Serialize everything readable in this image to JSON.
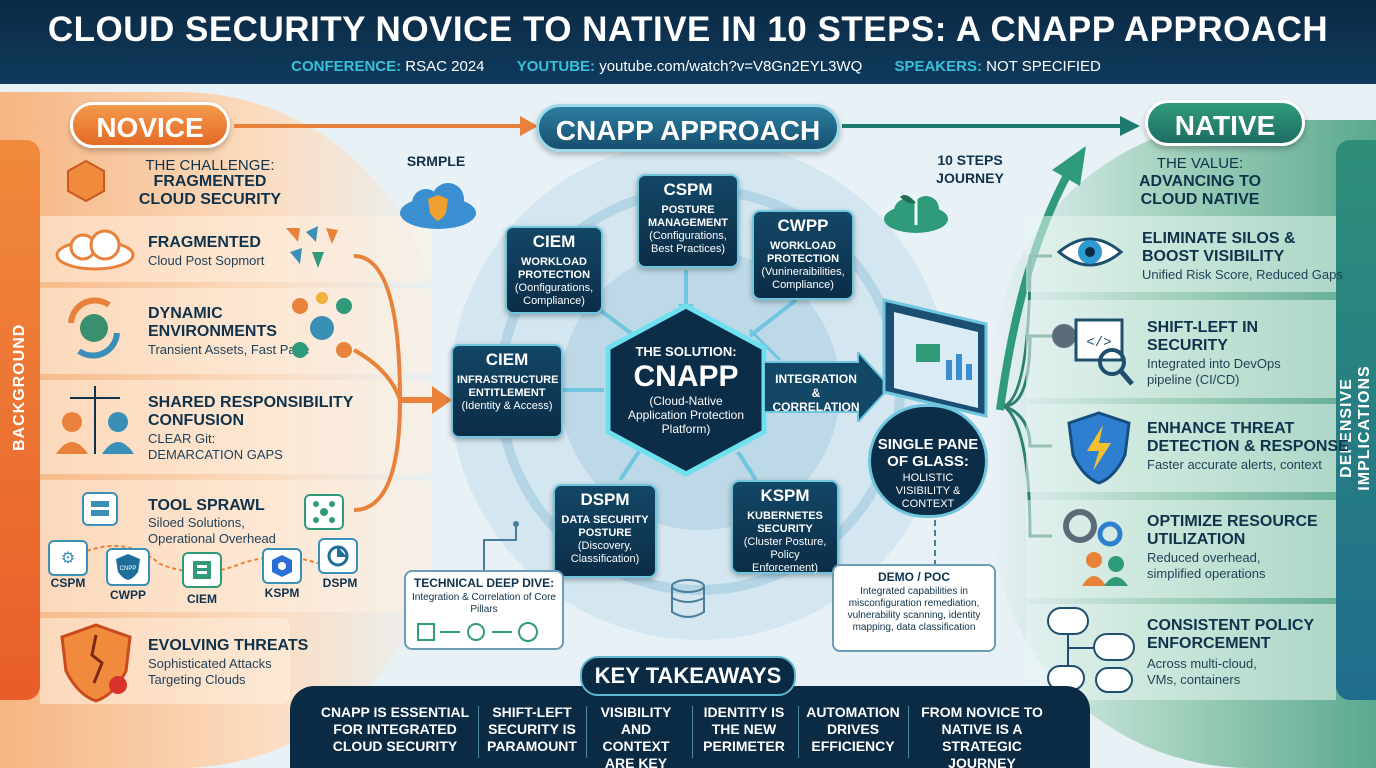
{
  "header": {
    "title": "CLOUD SECURITY NOVICE TO NATIVE IN 10 STEPS: A CNAPP APPROACH",
    "conference_label": "CONFERENCE:",
    "conference_value": "RSAC 2024",
    "youtube_label": "YOUTUBE:",
    "youtube_value": "youtube.com/watch?v=V8Gn2EYL3WQ",
    "speakers_label": "SPEAKERS:",
    "speakers_value": "NOT SPECIFIED"
  },
  "stages": {
    "novice": "NOVICE",
    "cnapp": "CNAPP APPROACH",
    "native": "NATIVE"
  },
  "side_labels": {
    "left": "BACKGROUND",
    "right": "DEFENSIVE IMPLICATIONS"
  },
  "left": {
    "challenge_line1": "THE CHALLENGE:",
    "challenge_line2": "FRAGMENTED",
    "challenge_line3": "CLOUD SECURITY",
    "items": [
      {
        "title": "FRAGMENTED",
        "sub": "Cloud Post Sopmort"
      },
      {
        "title": "DYNAMIC",
        "title2": "ENVIRONMENTS",
        "sub": "Transient Assets, Fast Pace"
      },
      {
        "title": "SHARED RESPONSIBILITY",
        "title2": "CONFUSION",
        "sub": "CLEAR Git:",
        "sub2": "DEMARCATION GAPS"
      },
      {
        "title": "TOOL SPRAWL",
        "sub": "Siloed Solutions,",
        "sub2": "Operational Overhead"
      },
      {
        "title": "EVOLVING THREATS",
        "sub": "Sophisticated Attacks",
        "sub2": "Targeting Clouds"
      }
    ],
    "tools": [
      "CSPM",
      "CWPP",
      "CIEM",
      "KSPM",
      "DSPM"
    ],
    "tool_cnpp": "CNPP"
  },
  "center": {
    "srmple": "SRMPLE",
    "steps_line1": "10 STEPS",
    "steps_line2": "JOURNEY",
    "cspm": {
      "h": "CSPM",
      "s": "POSTURE MANAGEMENT",
      "d": "(Configurations, Best Practices)"
    },
    "ciem_top": {
      "h": "CIEM",
      "s": "WORKLOAD PROTECTION",
      "d": "(Oonfigurations, Compliance)"
    },
    "cwpp": {
      "h": "CWPP",
      "s": "WORKLOAD PROTECTION",
      "d": "(Vunineraibilities, Compliance)"
    },
    "ciem": {
      "h": "CIEM",
      "s": "INFRASTRUCTURE ENTITLEMENT",
      "d": "(Identity & Access)"
    },
    "dspm": {
      "h": "DSPM",
      "s": "DATA SECURITY POSTURE",
      "d": "(Discovery, Classification)"
    },
    "kspm": {
      "h": "KSPM",
      "s": "KUBERNETES SECURITY",
      "d": "(Cluster Posture, Policy Enforcement)"
    },
    "solution_line1": "THE SOLUTION:",
    "solution_big": "CNAPP",
    "solution_desc": "(Cloud-Native Application Protection Platform)",
    "integration": "INTEGRATION & CORRELATION",
    "pane_title": "SINGLE PANE OF GLASS:",
    "pane_sub": "HOLISTIC VISIBILITY & CONTEXT",
    "deep_dive_title": "TECHNICAL DEEP DIVE:",
    "deep_dive_sub": "Integration & Correlation of Core Pillars",
    "demo_title": "DEMO / POC",
    "demo_sub": "Integrated capabilities in misconfiguration remediation, vulnerability scanning, identity mapping, data classification"
  },
  "right": {
    "value_line1": "THE VALUE:",
    "value_line2": "ADVANCING TO",
    "value_line3": "CLOUD NATIVE",
    "items": [
      {
        "title": "ELIMINATE SILOS &",
        "title2": "BOOST VISIBILITY",
        "sub": "Unified Risk Score, Reduced Gaps"
      },
      {
        "title": "SHIFT-LEFT IN",
        "title2": "SECURITY",
        "sub": "Integrated into DevOps",
        "sub2": "pipeline (CI/CD)"
      },
      {
        "title": "ENHANCE THREAT",
        "title2": "DETECTION & RESPONSE",
        "sub": "Faster accurate alerts, context"
      },
      {
        "title": "OPTIMIZE RESOURCE",
        "title2": "UTILIZATION",
        "sub": "Reduced overhead,",
        "sub2": "simplified operations"
      },
      {
        "title": "CONSISTENT POLICY",
        "title2": "ENFORCEMENT",
        "sub": "Across multi-cloud,",
        "sub2": "VMs, containers"
      }
    ]
  },
  "key_takeaways": {
    "title": "KEY TAKEAWAYS",
    "items": [
      [
        "CNAPP IS ESSENTIAL",
        "FOR INTEGRATED",
        "CLOUD SECURITY"
      ],
      [
        "SHIFT-LEFT",
        "SECURITY IS",
        "PARAMOUNT"
      ],
      [
        "VISIBILITY",
        "AND CONTEXT",
        "ARE KEY"
      ],
      [
        "IDENTITY IS",
        "THE NEW",
        "PERIMETER"
      ],
      [
        "AUTOMATION",
        "DRIVES",
        "EFFICIENCY"
      ],
      [
        "FROM NOVICE TO",
        "NATIVE IS A",
        "STRATEGIC JOURNEY"
      ]
    ]
  },
  "colors": {
    "navy": "#0b2a44",
    "teal": "#39c0d8",
    "orange": "#e86a28",
    "green": "#2f9b7b"
  }
}
